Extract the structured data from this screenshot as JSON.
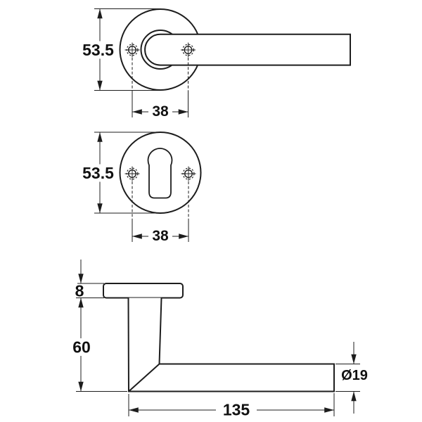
{
  "drawing": {
    "background": "#ffffff",
    "line_color": "#1d1d1d",
    "text_color": "#111111",
    "views": {
      "top": {
        "diameter": "53.5",
        "hole_spacing": "38"
      },
      "escutcheon": {
        "diameter": "53.5",
        "hole_spacing": "38"
      },
      "side": {
        "rose_thickness": "8",
        "projection": "60",
        "length": "135",
        "grip_diameter": "Ø19"
      }
    }
  }
}
